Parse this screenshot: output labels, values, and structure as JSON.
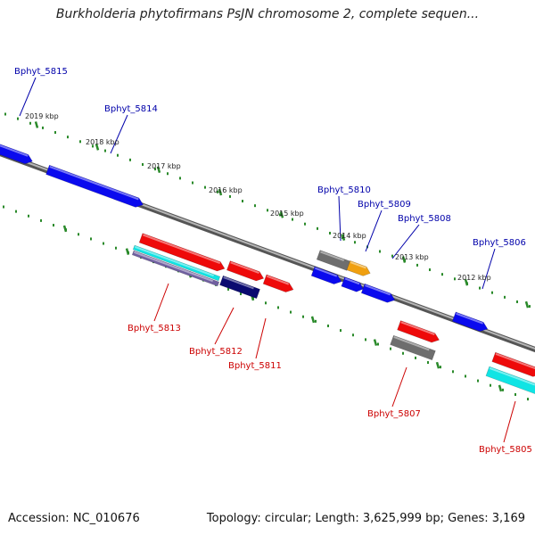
{
  "title": "Burkholderia phytofirmans PsJN chromosome 2, complete sequen...",
  "footer": {
    "accession": "Accession: NC_010676",
    "summary": "Topology: circular; Length: 3,625,999 bp; Genes: 3,169"
  },
  "colors": {
    "forward_blue": "#0a0aee",
    "reverse_red": "#ee0a0a",
    "navy": "#0a0a70",
    "cyan": "#10e4e4",
    "gray": "#6e6e6e",
    "orange": "#f0a010",
    "tick_green": "#2a8a2a",
    "label_blue": "#0000aa",
    "label_red": "#cc0000"
  },
  "scale": {
    "kbp_labels": [
      "2019 kbp",
      "2018 kbp",
      "2017 kbp",
      "2016 kbp",
      "2015 kbp",
      "2014 kbp",
      "2013 kbp",
      "2012 kbp"
    ]
  },
  "genes": [
    {
      "label": "Bphyt_5815",
      "strand": "forward"
    },
    {
      "label": "Bphyt_5814",
      "strand": "forward"
    },
    {
      "label": "Bphyt_5810",
      "strand": "forward"
    },
    {
      "label": "Bphyt_5809",
      "strand": "forward"
    },
    {
      "label": "Bphyt_5808",
      "strand": "forward"
    },
    {
      "label": "Bphyt_5806",
      "strand": "forward"
    },
    {
      "label": "Bphyt_5813",
      "strand": "reverse"
    },
    {
      "label": "Bphyt_5812",
      "strand": "reverse"
    },
    {
      "label": "Bphyt_5811",
      "strand": "reverse"
    },
    {
      "label": "Bphyt_5807",
      "strand": "reverse"
    },
    {
      "label": "Bphyt_5805",
      "strand": "reverse"
    }
  ]
}
